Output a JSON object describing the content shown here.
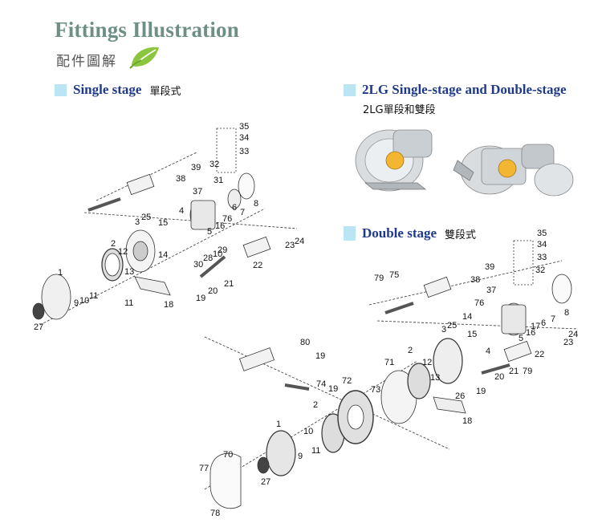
{
  "header": {
    "title": "Fittings Illustration",
    "subtitle_zh": "配件圖解"
  },
  "sections": {
    "single": {
      "title_en": "Single stage",
      "title_zh": "單段式"
    },
    "lg": {
      "title_en": "2LG Single-stage and Double-stage",
      "subtitle_zh": "2LG單段和雙段"
    },
    "double": {
      "title_en": "Double stage",
      "title_zh": "雙段式"
    }
  },
  "colors": {
    "title": "#6d8f86",
    "section": "#1f3a8a",
    "marker": "#b9e6f2",
    "leaf": "#8cc63f"
  },
  "part_labels": {
    "single": [
      "35",
      "34",
      "33",
      "32",
      "31",
      "39",
      "38",
      "37",
      "4",
      "3",
      "25",
      "15",
      "6",
      "7",
      "8",
      "5",
      "16",
      "76",
      "2",
      "12",
      "14",
      "29",
      "28",
      "10",
      "30",
      "13",
      "1",
      "9",
      "10",
      "11",
      "11",
      "18",
      "27",
      "20",
      "19",
      "21",
      "22",
      "23",
      "24"
    ],
    "double": [
      "35",
      "34",
      "33",
      "32",
      "39",
      "38",
      "37",
      "79",
      "75",
      "76",
      "14",
      "3",
      "25",
      "15",
      "4",
      "5",
      "16",
      "17",
      "6",
      "7",
      "8",
      "24",
      "23",
      "22",
      "2",
      "12",
      "13",
      "20",
      "21",
      "79",
      "26",
      "19",
      "18",
      "71",
      "73",
      "72",
      "80",
      "19",
      "74",
      "19",
      "2",
      "1",
      "10",
      "9",
      "11",
      "70",
      "77",
      "27",
      "78"
    ]
  }
}
